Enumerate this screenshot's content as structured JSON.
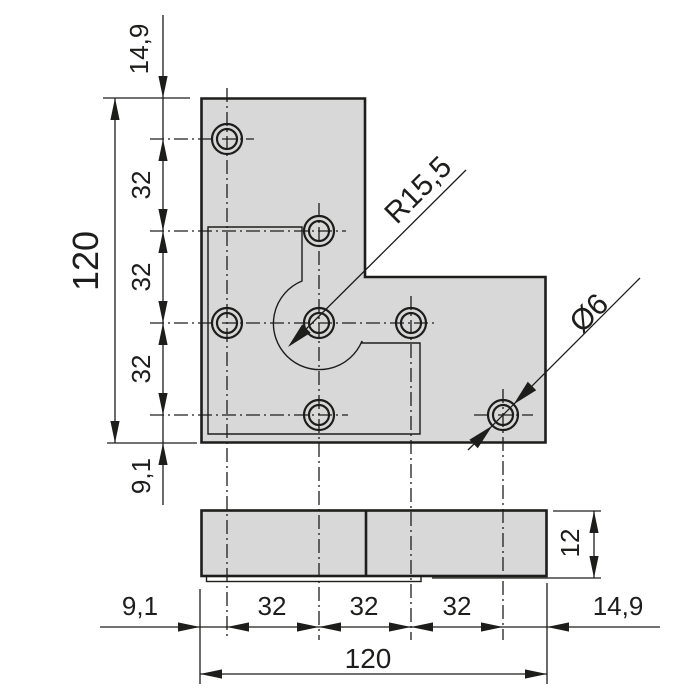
{
  "colors": {
    "plate_fill": "#d8d8d8",
    "line_color": "#1d1d1b",
    "background": "#ffffff"
  },
  "plan_view": {
    "left_chain": {
      "overall": "120",
      "offset_top": "14,9",
      "pitch_1": "32",
      "pitch_2": "32",
      "pitch_3": "32",
      "offset_bottom": "9,1"
    },
    "bottom_chain": {
      "offset_left": "9,1",
      "pitch_1": "32",
      "pitch_2": "32",
      "pitch_3": "32",
      "offset_right": "14,9",
      "overall": "120"
    },
    "radius_callout": "R15,5",
    "diameter_callout": "Ø6"
  },
  "side_view": {
    "thickness": "12"
  }
}
